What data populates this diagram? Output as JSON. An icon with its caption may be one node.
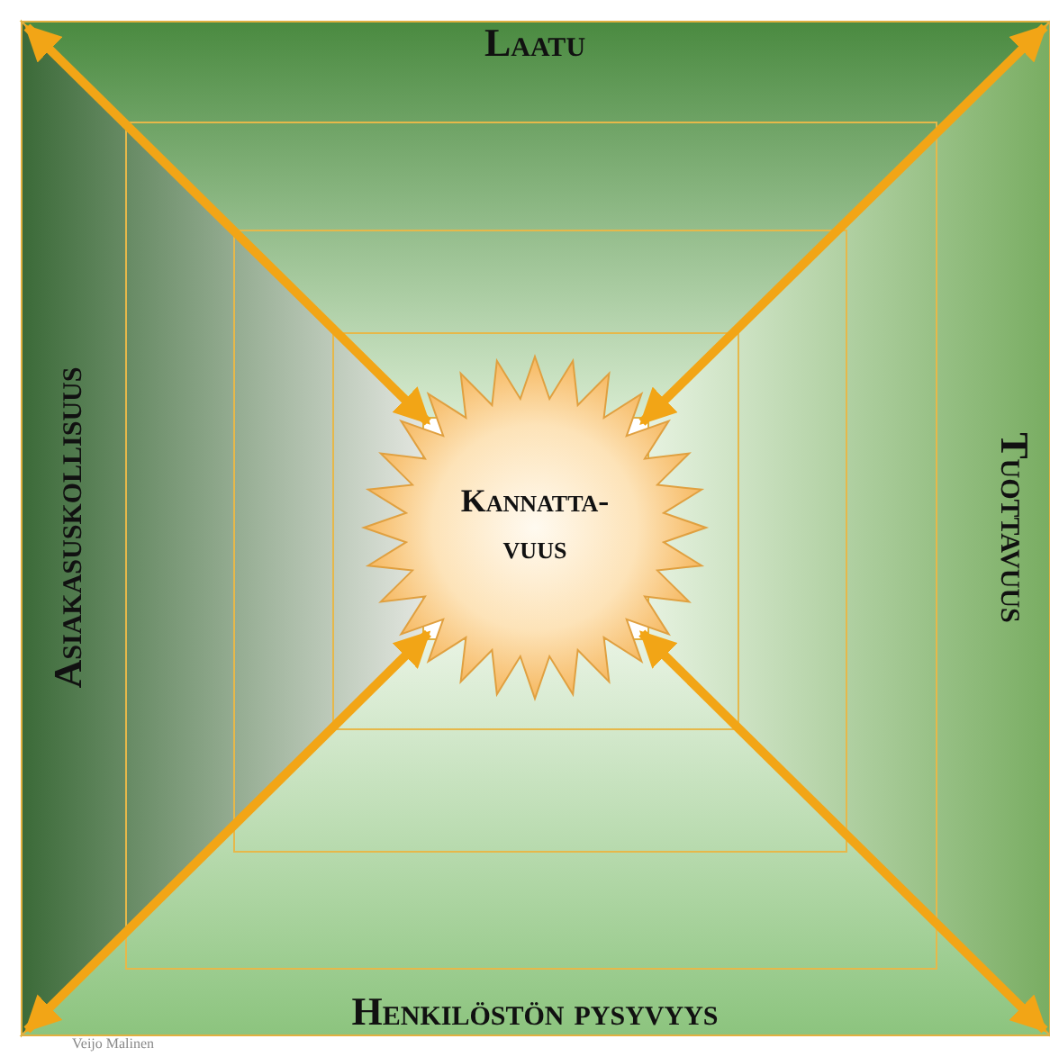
{
  "diagram": {
    "nodes": [
      {
        "text": [
          "Laatu"
        ]
      },
      {
        "text": [
          "Asiakasuskollisuus"
        ]
      },
      {
        "text": [
          "Tuottavuus"
        ]
      },
      {
        "text": [
          "Henkilöstön pysyvyys"
        ]
      },
      {
        "text": [
          "Kannatta- vuus"
        ]
      }
    ],
    "edges": [
      {
        "from": null,
        "to": 4,
        "arrow": "both"
      },
      {
        "from": null,
        "to": 4,
        "arrow": "both"
      },
      {
        "from": null,
        "to": 4,
        "arrow": "both"
      },
      {
        "from": null,
        "to": 4,
        "arrow": "both"
      }
    ],
    "labels": [
      "Veijo Malinen"
    ]
  }
}
